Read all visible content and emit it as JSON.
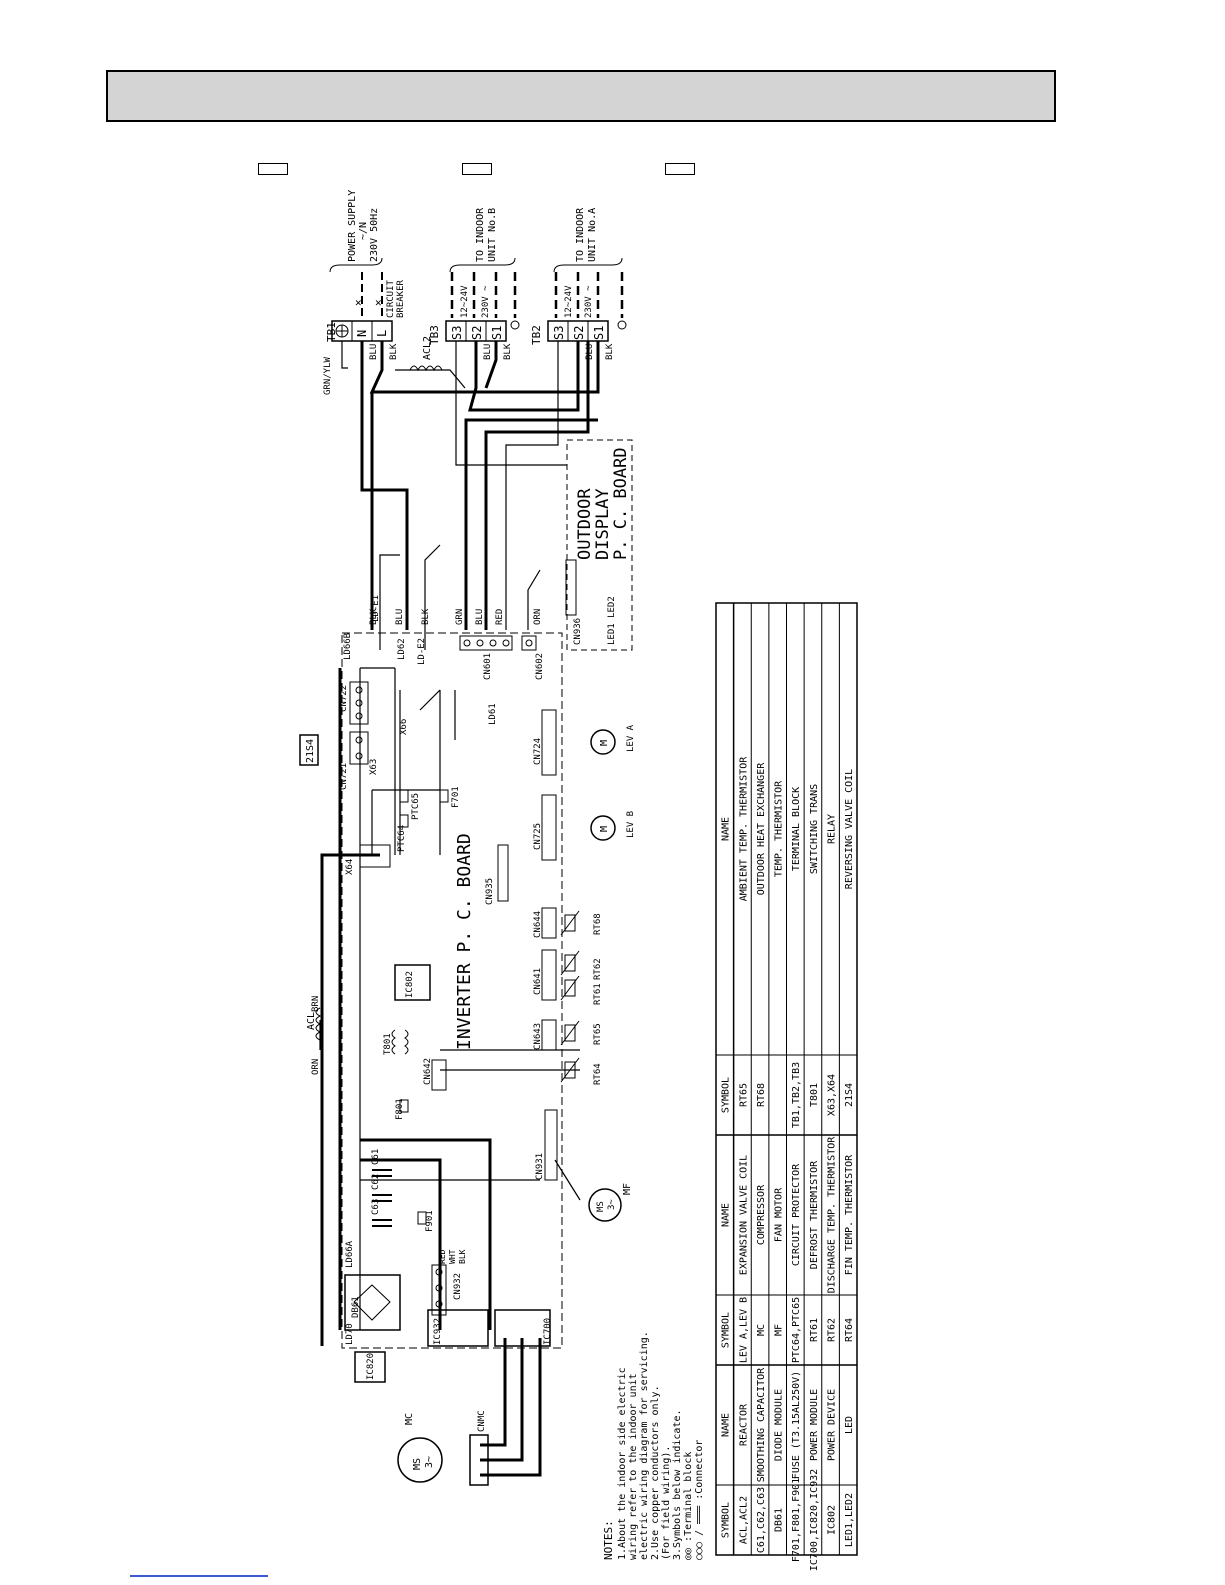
{
  "tables": {
    "header": [
      "SYMBOL",
      "NAME",
      "SYMBOL",
      "NAME",
      "SYMBOL",
      "NAME"
    ],
    "rows": [
      [
        "ACL,ACL2",
        "REACTOR",
        "LEV A,LEV B",
        "EXPANSION VALVE COIL",
        "RT65",
        "AMBIENT TEMP. THERMISTOR"
      ],
      [
        "C61,C62,C63",
        "SMOOTHING CAPACITOR",
        "MC",
        "COMPRESSOR",
        "RT68",
        "OUTDOOR HEAT EXCHANGER"
      ],
      [
        "DB61",
        "DIODE MODULE",
        "MF",
        "FAN MOTOR",
        "",
        "TEMP. THERMISTOR"
      ],
      [
        "F701,F801,F901",
        "FUSE (T3.15AL250V)",
        "PTC64,PTC65",
        "CIRCUIT PROTECTOR",
        "TB1,TB2,TB3",
        "TERMINAL BLOCK"
      ],
      [
        "IC700,IC820,IC932",
        "POWER MODULE",
        "RT61",
        "DEFROST THERMISTOR",
        "T801",
        "SWITCHING TRANS"
      ],
      [
        "IC802",
        "POWER DEVICE",
        "RT62",
        "DISCHARGE TEMP. THERMISTOR",
        "X63,X64",
        "RELAY"
      ],
      [
        "LED1,LED2",
        "LED",
        "RT64",
        "FIN TEMP. THERMISTOR",
        "21S4",
        "REVERSING VALVE COIL"
      ]
    ]
  },
  "notes": {
    "title": "NOTES:",
    "lines": [
      "1.About the indoor side electric",
      "  wiring refer to the indoor unit",
      "  electric wiring diagram for servicing.",
      "2.Use copper conductors only.",
      "  (For field wiring).",
      "3.Symbols below indicate.",
      "  ◎◎ :Terminal block",
      "  ○○○ / ═══ :Connector"
    ]
  },
  "labels": {
    "power_supply": "POWER SUPPLY",
    "power_spec1": "~/N",
    "power_spec2": "230V 50Hz",
    "circuit_breaker": "CIRCUIT",
    "breaker": "BREAKER",
    "tb1": "TB1",
    "tb2": "TB2",
    "tb3": "TB3",
    "to_indoor_b1": "TO INDOOR",
    "to_indoor_b2": "UNIT No.B",
    "to_indoor_a1": "TO INDOOR",
    "to_indoor_a2": "UNIT No.A",
    "v1224": "12~24V",
    "v230": "230V ~",
    "inverter_board": "INVERTER P. C. BOARD",
    "display_board1": "OUTDOOR",
    "display_board2": "DISPLAY",
    "display_board3": "P. C. BOARD",
    "grn_ylw": "GRN/YLW",
    "s4_box": "21S4",
    "lev_a": "LEV A",
    "lev_b": "LEV B",
    "mc": "MC",
    "mf": "MF",
    "ms": "MS",
    "three_phase": "3~",
    "acl": "ACL",
    "acl2": "ACL2",
    "ic820": "IC820",
    "ic700": "IC700",
    "ic932": "IC932",
    "ic802": "IC802",
    "t801": "T801",
    "db61": "DB61",
    "f801": "F801",
    "f901": "F901",
    "f701": "F701",
    "cn931": "CN931",
    "cn932": "CN932",
    "cn642": "CN642",
    "cn643": "CN643",
    "cn641": "CN641",
    "cn644": "CN644",
    "cn725": "CN725",
    "cn724": "CN724",
    "cn721": "CN721",
    "cn722": "CN722",
    "cn935": "CN935",
    "cn601": "CN601",
    "cn602": "CN602",
    "cn936": "CN936",
    "cnmc": "CNMC",
    "ld66a": "LD66A",
    "ld66b": "LD66B",
    "ld70": "LD70",
    "ld61": "LD61",
    "ld62": "LD62",
    "lde1": "LD-E1",
    "lde2": "LD-E2",
    "x63": "X63",
    "x64": "X64",
    "x66": "X66",
    "ptc64": "PTC64",
    "ptc65": "PTC65",
    "c61": "C61",
    "c62": "C62",
    "c63": "C63",
    "rt61": "RT61",
    "rt62": "RT62",
    "rt64": "RT64",
    "rt65": "RT65",
    "rt68": "RT68",
    "led1_led2": "LED1 LED2",
    "n": "N",
    "l": "L",
    "s1": "S1",
    "s2": "S2",
    "s3": "S3",
    "orn": "ORN",
    "brn": "BRN",
    "blu": "BLU",
    "blk": "BLK",
    "red": "RED",
    "wht": "WHT",
    "grn": "GRN"
  },
  "colors": {
    "header_band": "#d4d4d4",
    "link_underline": "#3b5bd6"
  }
}
